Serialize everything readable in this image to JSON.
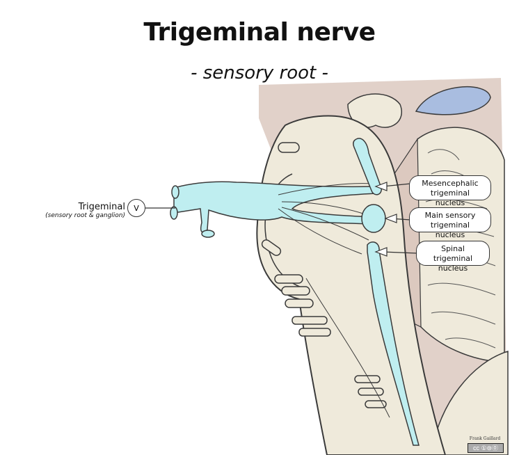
{
  "title": "Trigeminal nerve",
  "subtitle": "- sensory root -",
  "nerve_label": {
    "name": "Trigeminal",
    "sub": "(sensory root & ganglion)",
    "numeral": "V"
  },
  "nuclei": [
    {
      "line1": "Mesencephalic",
      "line2": "trigeminal nucleus"
    },
    {
      "line1": "Main sensory",
      "line2": "trigeminal nucleus"
    },
    {
      "line1": "Spinal trigeminal",
      "line2": "nucleus"
    }
  ],
  "credit": "Frank Gaillard",
  "license_badge": "cc ①⊜⓪",
  "colors": {
    "brainstem_fill": "#efeadb",
    "outline": "#3a3a3a",
    "nucleus_blue": "#bfeef0",
    "background_tissue": "#dcc9bf",
    "ventricle": "#a9bde0"
  }
}
